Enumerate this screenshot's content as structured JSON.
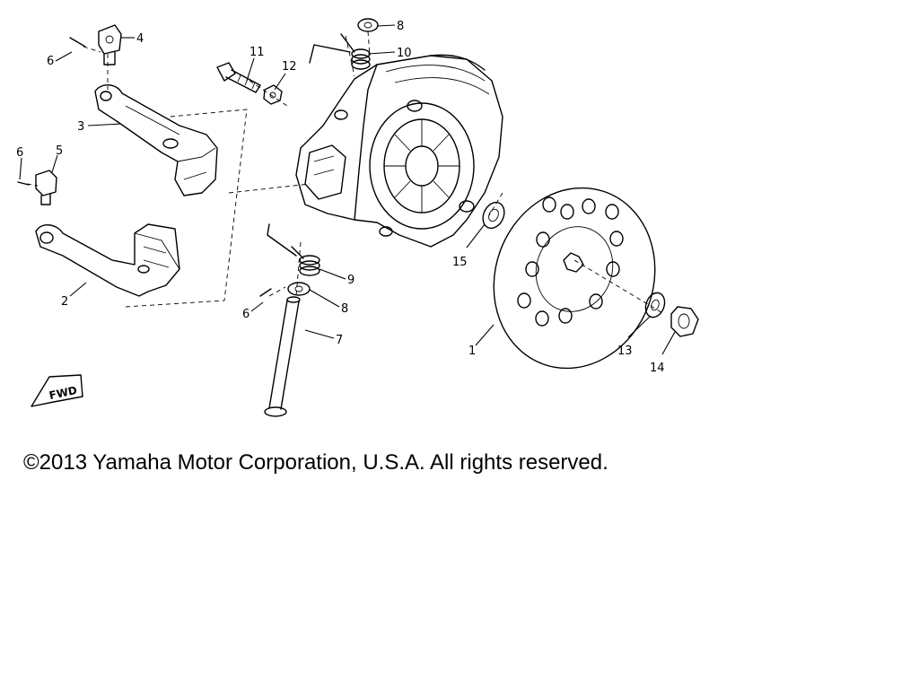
{
  "diagram": {
    "callouts": [
      {
        "label": "1"
      },
      {
        "label": "2"
      },
      {
        "label": "3"
      },
      {
        "label": "4"
      },
      {
        "label": "5"
      },
      {
        "label": "6"
      },
      {
        "label": "6"
      },
      {
        "label": "6"
      },
      {
        "label": "7"
      },
      {
        "label": "8"
      },
      {
        "label": "8"
      },
      {
        "label": "9"
      },
      {
        "label": "10"
      },
      {
        "label": "11"
      },
      {
        "label": "12"
      },
      {
        "label": "13"
      },
      {
        "label": "14"
      },
      {
        "label": "15"
      }
    ],
    "direction_badge": "FWD"
  },
  "footer": {
    "copyright": "©2013 Yamaha Motor Corporation, U.S.A. All rights reserved."
  }
}
